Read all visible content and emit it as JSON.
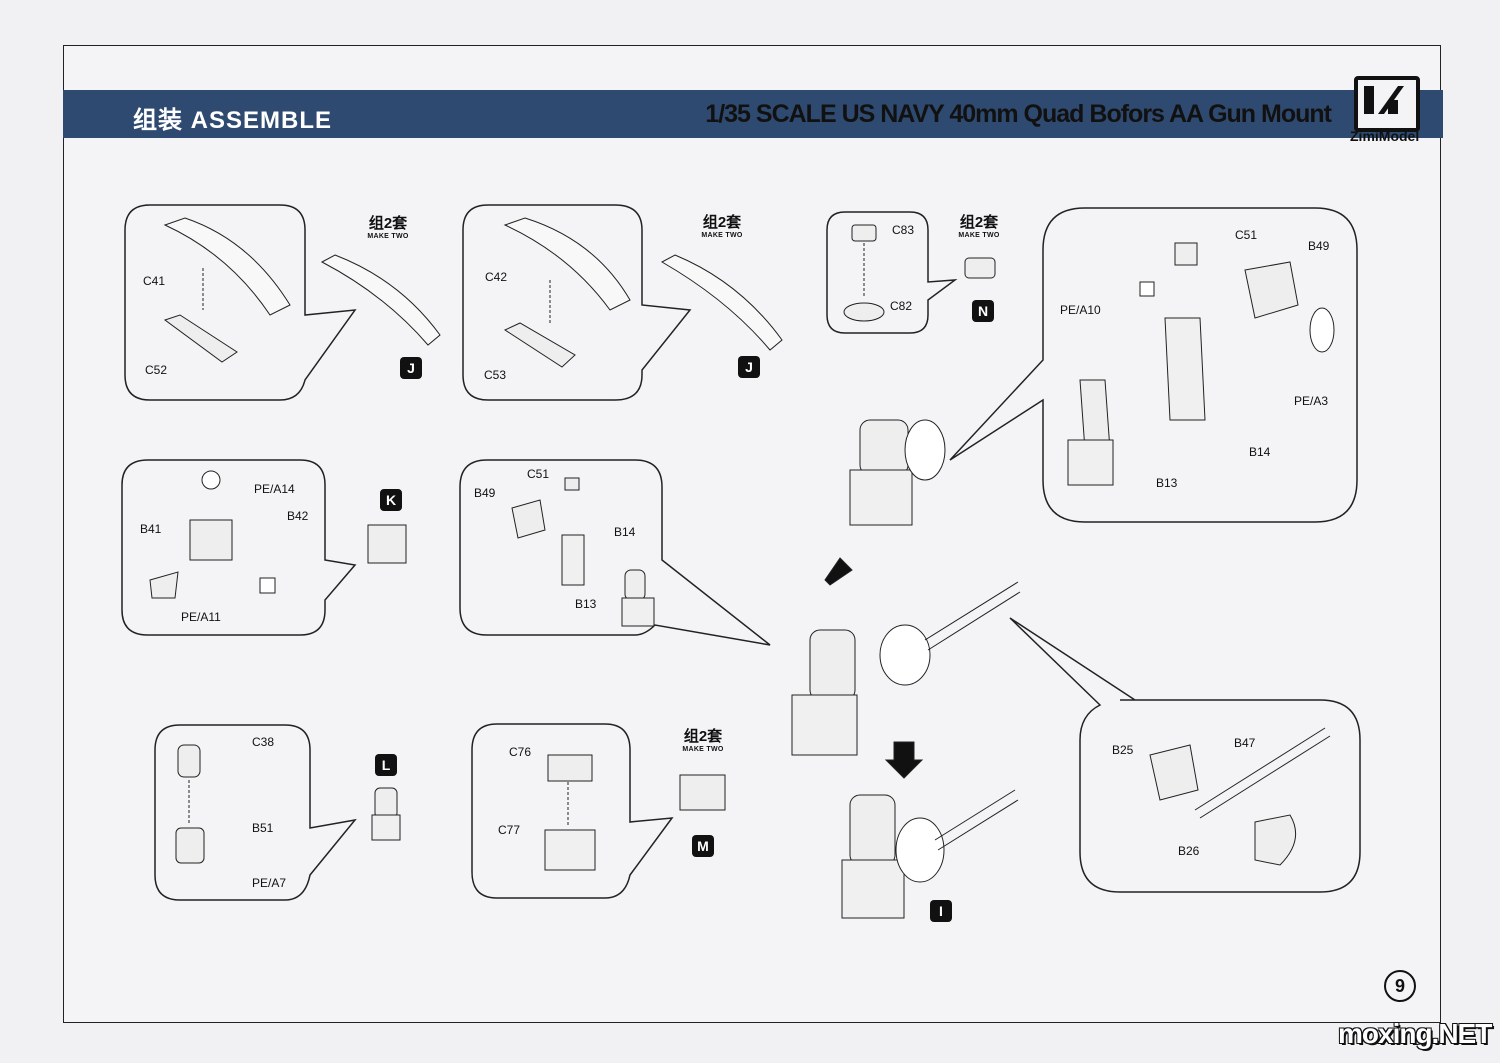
{
  "header": {
    "section_title": "组装 ASSEMBLE",
    "product_title": "1/35 SCALE US NAVY 40mm Quad Bofors AA Gun Mount",
    "brand": "ZimiModel"
  },
  "make_two": {
    "cn": "组2套",
    "en": "MAKE TWO"
  },
  "steps": {
    "j1": {
      "badge": "J",
      "parts": [
        "C41",
        "C52"
      ]
    },
    "j2": {
      "badge": "J",
      "parts": [
        "C42",
        "C53"
      ]
    },
    "n": {
      "badge": "N",
      "parts": [
        "C83",
        "C82"
      ]
    },
    "big": {
      "parts": [
        "C51",
        "B49",
        "PE/A10",
        "PE/A3",
        "B14",
        "B13"
      ]
    },
    "k": {
      "badge": "K",
      "parts": [
        "PE/A14",
        "B42",
        "B41",
        "PE/A11"
      ]
    },
    "mid": {
      "parts": [
        "C51",
        "B49",
        "B14",
        "B13"
      ]
    },
    "l": {
      "badge": "L",
      "parts": [
        "C38",
        "B51",
        "PE/A7"
      ]
    },
    "m": {
      "badge": "M",
      "parts": [
        "C76",
        "C77"
      ]
    },
    "barrel": {
      "parts": [
        "B25",
        "B47",
        "B26"
      ]
    },
    "i": {
      "badge": "I"
    }
  },
  "page_number": "9",
  "watermark": "moxing.NET"
}
